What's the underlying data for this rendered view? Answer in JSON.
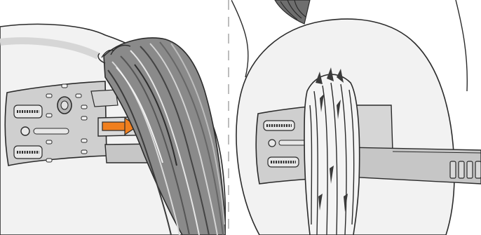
{
  "illustration": {
    "panels": [
      {
        "step": "attach-strap-under-tail"
      },
      {
        "step": "strap-fastened-across-rump"
      }
    ],
    "colors": {
      "background": "#ffffff",
      "horse_body": "#f2f2f2",
      "horse_shadow": "#dedede",
      "outline": "#2b2b2b",
      "tail_dark": "#555555",
      "tail_light": "#d9d9d9",
      "plate": "#cfcfcf",
      "strap": "#c6c6c6",
      "arrow": "#f07f1e",
      "divider": "#bdbdbd"
    },
    "icons": [
      "arrow-right-icon",
      "sensor-plate",
      "strap-buckle"
    ]
  }
}
